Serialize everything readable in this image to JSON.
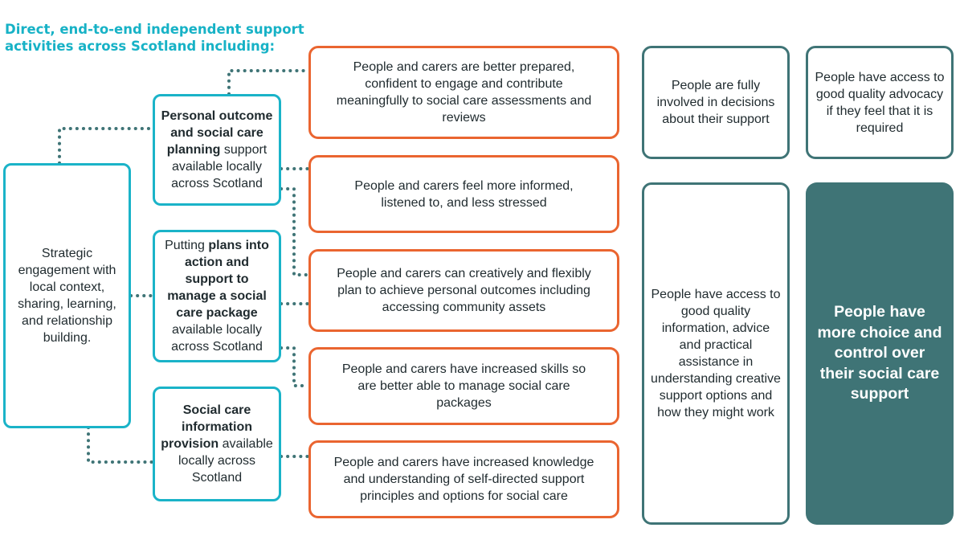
{
  "title": "Direct, end-to-end independent support activities across Scotland including:",
  "strategic": "Strategic engagement with local context, sharing, learning, and relationship building.",
  "activities": [
    {
      "bold_before": "Personal outcome and social care planning",
      "text_before": "",
      "rest": " support available locally across Scotland"
    },
    {
      "bold_before": "",
      "text_before": "Putting ",
      "bold": "plans into action and support to manage a social care package",
      "rest": " available locally across Scotland"
    },
    {
      "bold_before": "Social care information provision",
      "text_before": "",
      "rest": " available locally across Scotland"
    }
  ],
  "outcomes": [
    "People and carers are better prepared, confident to engage and contribute meaningfully to social care assessments and reviews",
    "People and carers feel more informed, listened to, and less stressed",
    "People and carers can creatively and flexibly plan to achieve personal outcomes including accessing community assets",
    "People and carers have increased skills so are better able to manage social care packages",
    "People and carers have increased knowledge and understanding of self-directed support principles and options for social care"
  ],
  "results": {
    "involved": "People are fully involved in decisions about their support",
    "advocacy": "People have access to good quality advocacy if they feel that it is required",
    "information": "People have access to good quality information, advice and practical assistance in understanding creative support options and how they might work",
    "choice": "People have more choice and control over their social care support"
  },
  "colors": {
    "cyan": "#1ab3c8",
    "orange": "#ea6530",
    "teal": "#3f7476",
    "dots": "#3f7476"
  }
}
